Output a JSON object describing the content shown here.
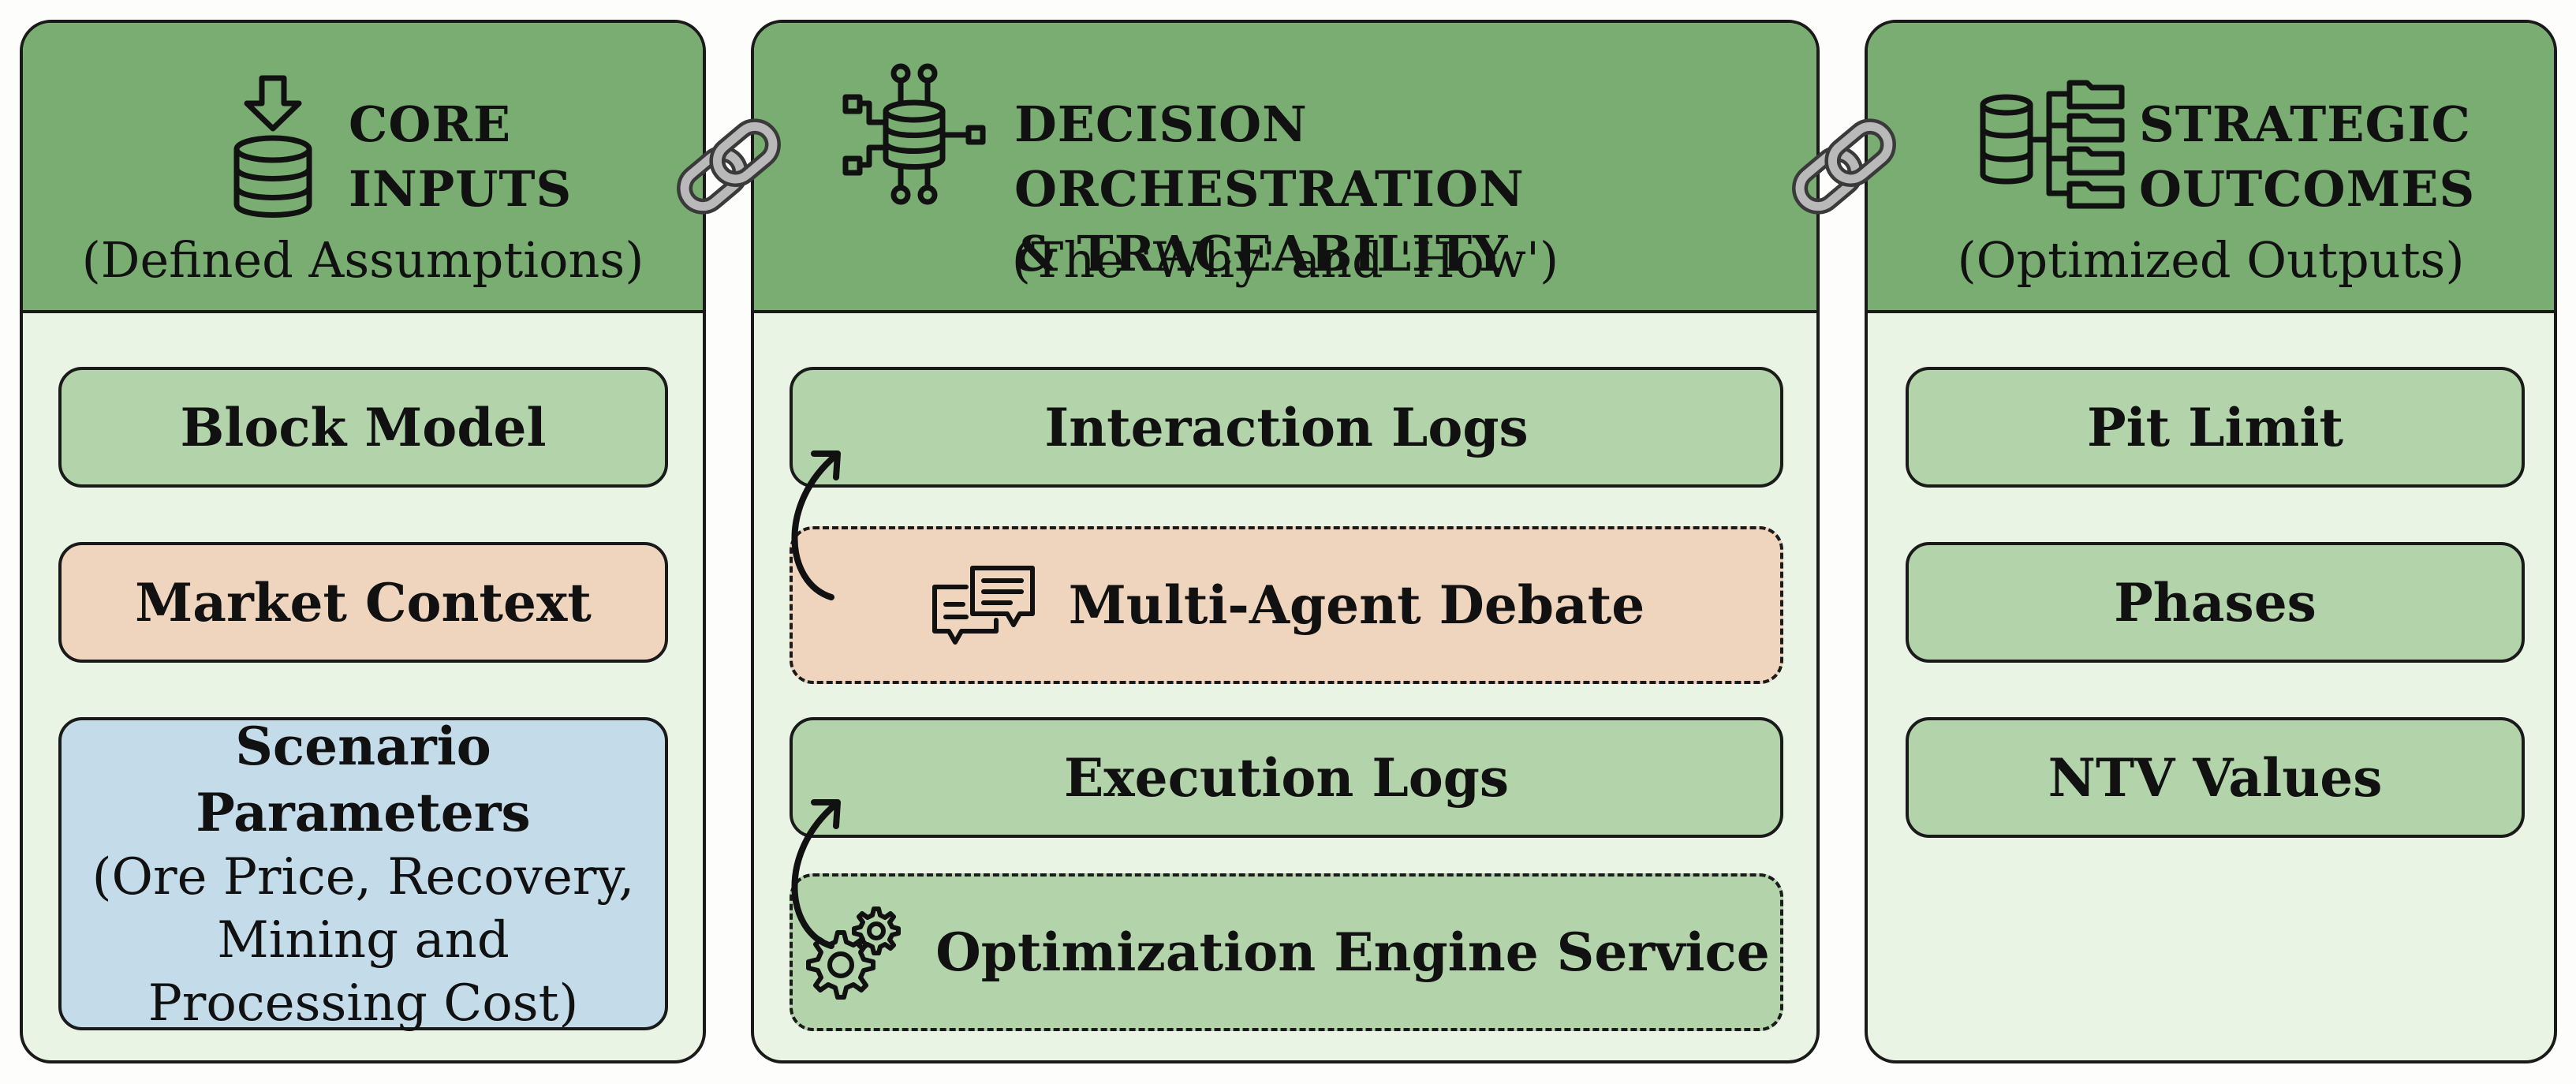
{
  "columns": {
    "inputs": {
      "icon": "database-download-icon",
      "title_line1": "CORE",
      "title_line2": "INPUTS",
      "subtitle": "(Defined Assumptions)",
      "items": {
        "block_model": "Block Model",
        "market_context": "Market Context",
        "scenario_title": "Scenario Parameters",
        "scenario_desc_1": "(Ore Price, Recovery,",
        "scenario_desc_2": "Mining and",
        "scenario_desc_3": "Processing Cost)"
      }
    },
    "orchestration": {
      "icon": "database-network-icon",
      "title_line1": "DECISION ORCHESTRATION",
      "title_line2": "& TRACEABILITY",
      "subtitle": "(The 'Why' and 'How')",
      "items": {
        "interaction_logs": "Interaction Logs",
        "multi_agent_debate": "Multi-Agent Debate",
        "execution_logs": "Execution Logs",
        "optimization_engine": "Optimization Engine Service"
      },
      "item_icons": {
        "debate": "chat-bubbles-icon",
        "engine": "gears-icon"
      }
    },
    "outcomes": {
      "icon": "database-folders-icon",
      "title_line1": "STRATEGIC",
      "title_line2": "OUTCOMES",
      "subtitle": "(Optimized Outputs)",
      "items": {
        "pit_limit": "Pit Limit",
        "phases": "Phases",
        "ntv_values": "NTV Values"
      }
    }
  },
  "colors": {
    "header_green": "#79ad72",
    "panel_bg": "#eaf4e5",
    "box_green": "#b3d4ab",
    "box_peach": "#efd4be",
    "box_blue": "#c4dcea"
  },
  "connectors": [
    "chain-link-icon",
    "chain-link-icon"
  ]
}
